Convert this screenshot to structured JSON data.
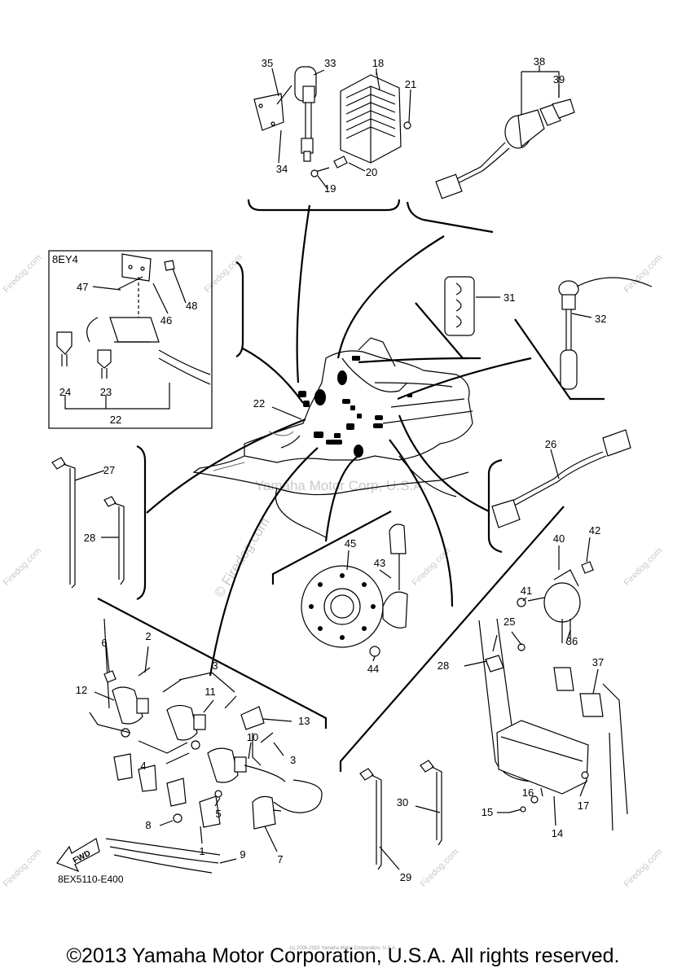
{
  "diagram": {
    "diagram_code": "8EX5110-E400",
    "inset_model": "8EY4",
    "watermark_center": "Yamaha Motor Corp, U.S.A.",
    "watermark_side": "© Firedog.com",
    "watermark_edge": "Firedog.com",
    "copyright": "©2013 Yamaha Motor Corporation, U.S.A. All rights reserved.",
    "tiny_copyright": "(c) 2005-2015 Yamaha Motor Corporation, U.S.A.",
    "fwd_label": "FWD",
    "callouts": {
      "c1": "1",
      "c2": "2",
      "c3a": "3",
      "c3b": "3",
      "c4": "4",
      "c5": "5",
      "c6": "6",
      "c7": "7",
      "c8": "8",
      "c9": "9",
      "c10": "10",
      "c11": "11",
      "c12": "12",
      "c13": "13",
      "c14": "14",
      "c15": "15",
      "c16": "16",
      "c17": "17",
      "c18": "18",
      "c19": "19",
      "c20": "20",
      "c21": "21",
      "c22a": "22",
      "c22b": "22",
      "c23": "23",
      "c24": "24",
      "c25": "25",
      "c26": "26",
      "c27": "27",
      "c28a": "28",
      "c28b": "28",
      "c29": "29",
      "c30": "30",
      "c31": "31",
      "c32": "32",
      "c33": "33",
      "c34": "34",
      "c35": "35",
      "c36": "36",
      "c37": "37",
      "c38": "38",
      "c39": "39",
      "c40": "40",
      "c41": "41",
      "c42": "42",
      "c43": "43",
      "c44": "44",
      "c45": "45",
      "c46": "46",
      "c47": "47",
      "c48": "48"
    }
  }
}
